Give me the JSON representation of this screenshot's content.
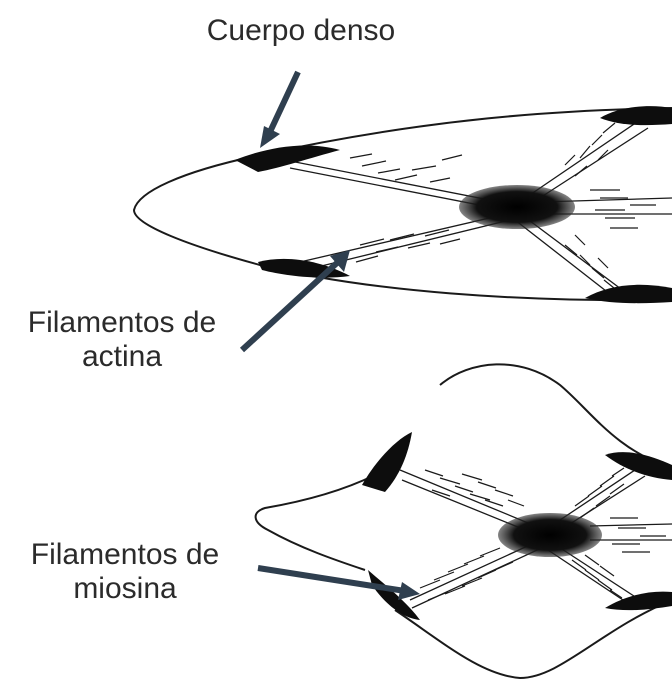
{
  "labels": {
    "dense_body": "Cuerpo denso",
    "actin_line1": "Filamentos de",
    "actin_line2": "actina",
    "myosin_line1": "Filamentos de",
    "myosin_line2": "miosina"
  },
  "colors": {
    "outline": "#1a1a1a",
    "arrow": "#2f3f4f",
    "text": "#2b2b2b"
  },
  "panels": [
    "relaxed-cell",
    "contracted-cell"
  ]
}
